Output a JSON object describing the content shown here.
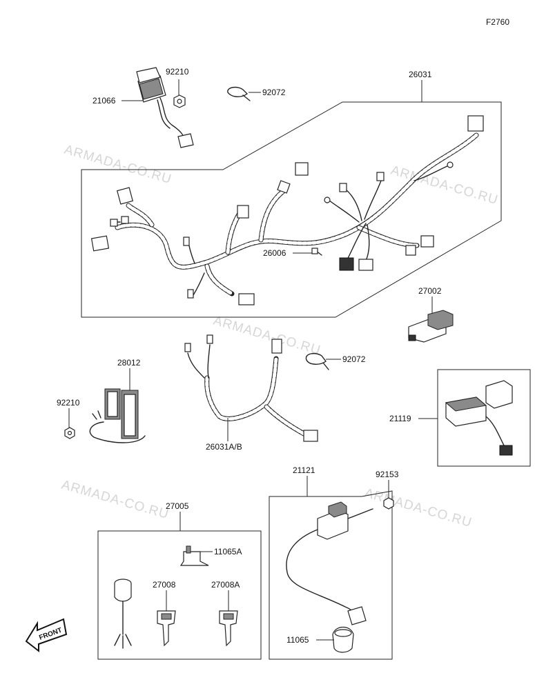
{
  "figure_code": "F2760",
  "watermark": "ARMADA-CO.RU",
  "front_label": "FRONT",
  "parts": {
    "p21066": "21066",
    "p92210_top": "92210",
    "p92072_top": "92072",
    "p26031": "26031",
    "p26006": "26006",
    "p27002": "27002",
    "p28012": "28012",
    "p92210_left": "92210",
    "p92072_mid": "92072",
    "p26031ab": "26031A/B",
    "p21119": "21119",
    "p21121": "21121",
    "p92153": "92153",
    "p27005": "27005",
    "p11065a": "11065A",
    "p27008": "27008",
    "p27008a": "27008A",
    "p11065": "11065"
  }
}
